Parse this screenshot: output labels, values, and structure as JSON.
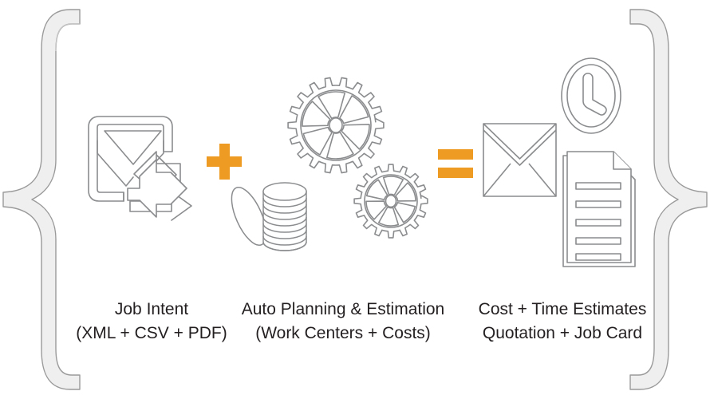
{
  "diagram": {
    "title": "Job Intent to Estimation Equation",
    "operators": {
      "plus": "+",
      "equals": "="
    },
    "colors": {
      "operator_orange": "#ED9B22",
      "icon_outline": "#808285",
      "brace_fill": "#EFEFEF",
      "brace_stroke": "#9A9A9A",
      "text": "#231F20",
      "background": "#FFFFFF"
    },
    "groups": [
      {
        "id": "input",
        "label_line1": "Job Intent",
        "label_line2": "(XML + CSV + PDF)",
        "icons": [
          "envelope-forward-icon"
        ]
      },
      {
        "id": "process",
        "label_line1": "Auto Planning & Estimation",
        "label_line2": "(Work Centers + Costs)",
        "icons": [
          "coin-stack-icon",
          "gear-large-icon",
          "gear-small-icon"
        ]
      },
      {
        "id": "output",
        "label_line1": "Cost + Time Estimates",
        "label_line2": "Quotation + Job Card",
        "icons": [
          "envelope-icon",
          "clock-icon",
          "document-icon"
        ]
      }
    ],
    "braces": {
      "left": "{",
      "right": "}"
    }
  }
}
